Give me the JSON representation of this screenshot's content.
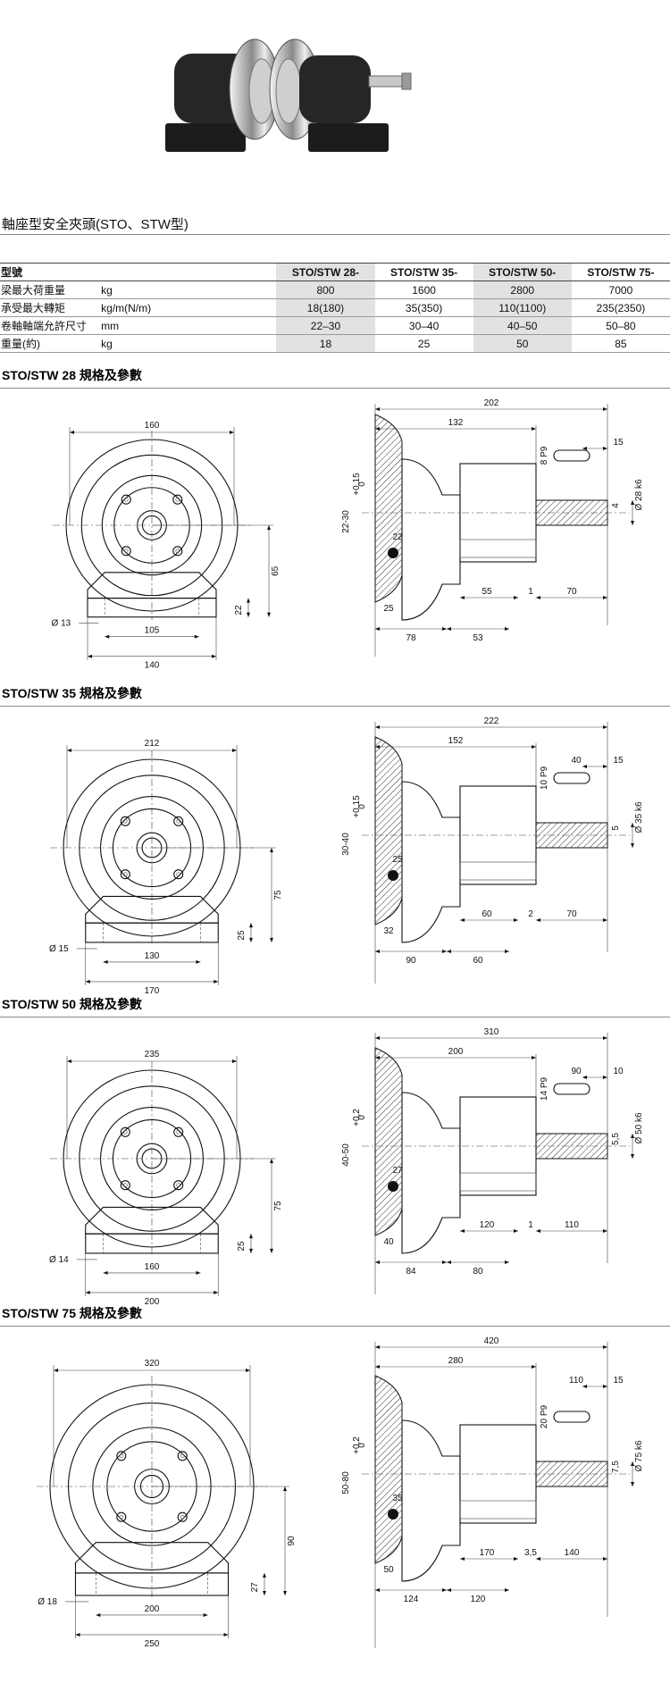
{
  "section_title": "軸座型安全夾頭(STO、STW型)",
  "table": {
    "headers": [
      "型號",
      "",
      "STO/STW 28-",
      "STO/STW 35-",
      "STO/STW 50-",
      "STO/STW 75-"
    ],
    "rows": [
      {
        "label": "梁最大荷重量",
        "unit": "kg",
        "values": [
          "800",
          "1600",
          "2800",
          "7000"
        ]
      },
      {
        "label": "承受最大轉矩",
        "unit": "kg/m(N/m)",
        "values": [
          "18(180)",
          "35(350)",
          "110(1100)",
          "235(2350)"
        ]
      },
      {
        "label": "卷軸軸端允許尺寸",
        "unit": "mm",
        "values": [
          "22–30",
          "30–40",
          "40–50",
          "50–80"
        ]
      },
      {
        "label": "重量(約)",
        "unit": "kg",
        "values": [
          "18",
          "25",
          "50",
          "85"
        ]
      }
    ]
  },
  "specs": [
    {
      "title": "STO/STW 28 規格及參數",
      "front": {
        "width": "160",
        "bore": "Ø 13",
        "foot_inner": "105",
        "foot_outer": "140",
        "height": "65",
        "foot_h": "22"
      },
      "side": {
        "overall": "202",
        "body": "132",
        "key_w": "15",
        "key": "8 P9",
        "shaft_offset": "4",
        "shaft_dia": "Ø 28 k6",
        "range": "22-30",
        "tol_plus": "+0,15",
        "tol_zero": "0",
        "depth": "22",
        "lip": "25",
        "gap": "55",
        "step": "1",
        "shaft_len": "70",
        "base_a": "78",
        "base_b": "53",
        "key_len": ""
      }
    },
    {
      "title": "STO/STW 35 規格及參數",
      "front": {
        "width": "212",
        "bore": "Ø 15",
        "foot_inner": "130",
        "foot_outer": "170",
        "height": "75",
        "foot_h": "25"
      },
      "side": {
        "overall": "222",
        "body": "152",
        "key_w": "15",
        "key": "10 P9",
        "shaft_offset": "5",
        "shaft_dia": "Ø 35 k6",
        "range": "30-40",
        "tol_plus": "+0,15",
        "tol_zero": "0",
        "depth": "25",
        "lip": "32",
        "gap": "60",
        "step": "2",
        "shaft_len": "70",
        "base_a": "90",
        "base_b": "60",
        "key_len": "40"
      }
    },
    {
      "title": "STO/STW 50 規格及參數",
      "front": {
        "width": "235",
        "bore": "Ø 14",
        "foot_inner": "160",
        "foot_outer": "200",
        "height": "75",
        "foot_h": "25"
      },
      "side": {
        "overall": "310",
        "body": "200",
        "key_w": "10",
        "key": "14 P9",
        "shaft_offset": "5,5",
        "shaft_dia": "Ø 50 k6",
        "range": "40-50",
        "tol_plus": "+0,2",
        "tol_zero": "0",
        "depth": "27",
        "lip": "40",
        "gap": "120",
        "step": "1",
        "shaft_len": "110",
        "base_a": "84",
        "base_b": "80",
        "key_len": "90"
      }
    },
    {
      "title": "STO/STW 75 規格及參數",
      "front": {
        "width": "320",
        "bore": "Ø 18",
        "foot_inner": "200",
        "foot_outer": "250",
        "height": "90",
        "foot_h": "27"
      },
      "side": {
        "overall": "420",
        "body": "280",
        "key_w": "15",
        "key": "20 P9",
        "shaft_offset": "7,5",
        "shaft_dia": "Ø 75 k6",
        "range": "50-80",
        "tol_plus": "+0,2",
        "tol_zero": "0",
        "depth": "35",
        "lip": "50",
        "gap": "170",
        "step": "3,5",
        "shaft_len": "140",
        "base_a": "124",
        "base_b": "120",
        "key_len": "110"
      }
    }
  ]
}
